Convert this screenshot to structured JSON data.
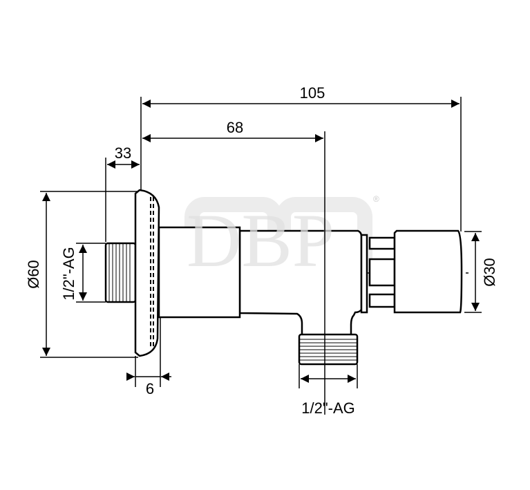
{
  "drawing": {
    "watermark": "DBP",
    "registered_mark": "®",
    "dimensions": {
      "overall_length": "105",
      "outlet_offset": "68",
      "thread_depth": "33",
      "flange_diameter": "Ø60",
      "inlet_thread": "1/2\"-AG",
      "cap_diameter": "Ø30",
      "flange_thickness": "6",
      "outlet_thread": "1/2\"-AG"
    }
  }
}
